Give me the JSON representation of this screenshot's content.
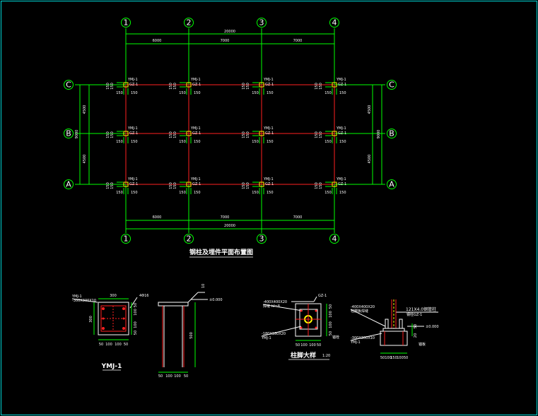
{
  "plan": {
    "title": "钢柱及埋件平面布置图",
    "axes_x": [
      "1",
      "2",
      "3",
      "4"
    ],
    "axes_y": [
      "C",
      "B",
      "A"
    ],
    "dim_total": "20000",
    "dim_spans": [
      "6000",
      "7000",
      "7000"
    ],
    "dim_total_bottom": "20000",
    "dim_bays_y": [
      "4500",
      "4500"
    ],
    "dim_total_y": "9000",
    "col_label_a": "YMJ-1",
    "col_label_b": "GZ-1",
    "dim_150": "150"
  },
  "detail1": {
    "title": "YMJ-1",
    "label_top": "YMJ-1",
    "label_sub": "-300X300X10",
    "dim_top": "300",
    "rebar": "4Φ16",
    "dims_bottom": [
      "50",
      "100",
      "100",
      "50"
    ],
    "dims_side": [
      "50",
      "100",
      "100",
      "50"
    ],
    "dim_left": "300"
  },
  "detail2": {
    "level": "±0.000",
    "dims_bottom": [
      "50",
      "100",
      "100",
      "50"
    ],
    "dim_height": "500",
    "dim_small": "10"
  },
  "detail3": {
    "title": "柱脚大样",
    "scale": "1:20",
    "label1": "-400X400X20",
    "label2": "焊缝 hf=8",
    "label3": "-180X180X20",
    "label4": "YMJ-1",
    "label5": "GZ-1",
    "label6": "锚栓",
    "dims_bottom": [
      "50",
      "100",
      "100",
      "50"
    ],
    "dims_side": [
      "50",
      "100",
      "100",
      "50"
    ]
  },
  "detail4": {
    "label1": "121X4.0钢管柱",
    "label2": "钢柱GZ-1",
    "label3": "-400X400X20",
    "label4": "柱脚板焊缝",
    "label5": "-300X300X10",
    "label6": "YMJ-1",
    "label7": "锚板",
    "level": "±0.000",
    "dim_side": "50",
    "dim_side2": "20",
    "dims_bottom": [
      "50",
      "100",
      "150",
      "100",
      "50"
    ]
  }
}
